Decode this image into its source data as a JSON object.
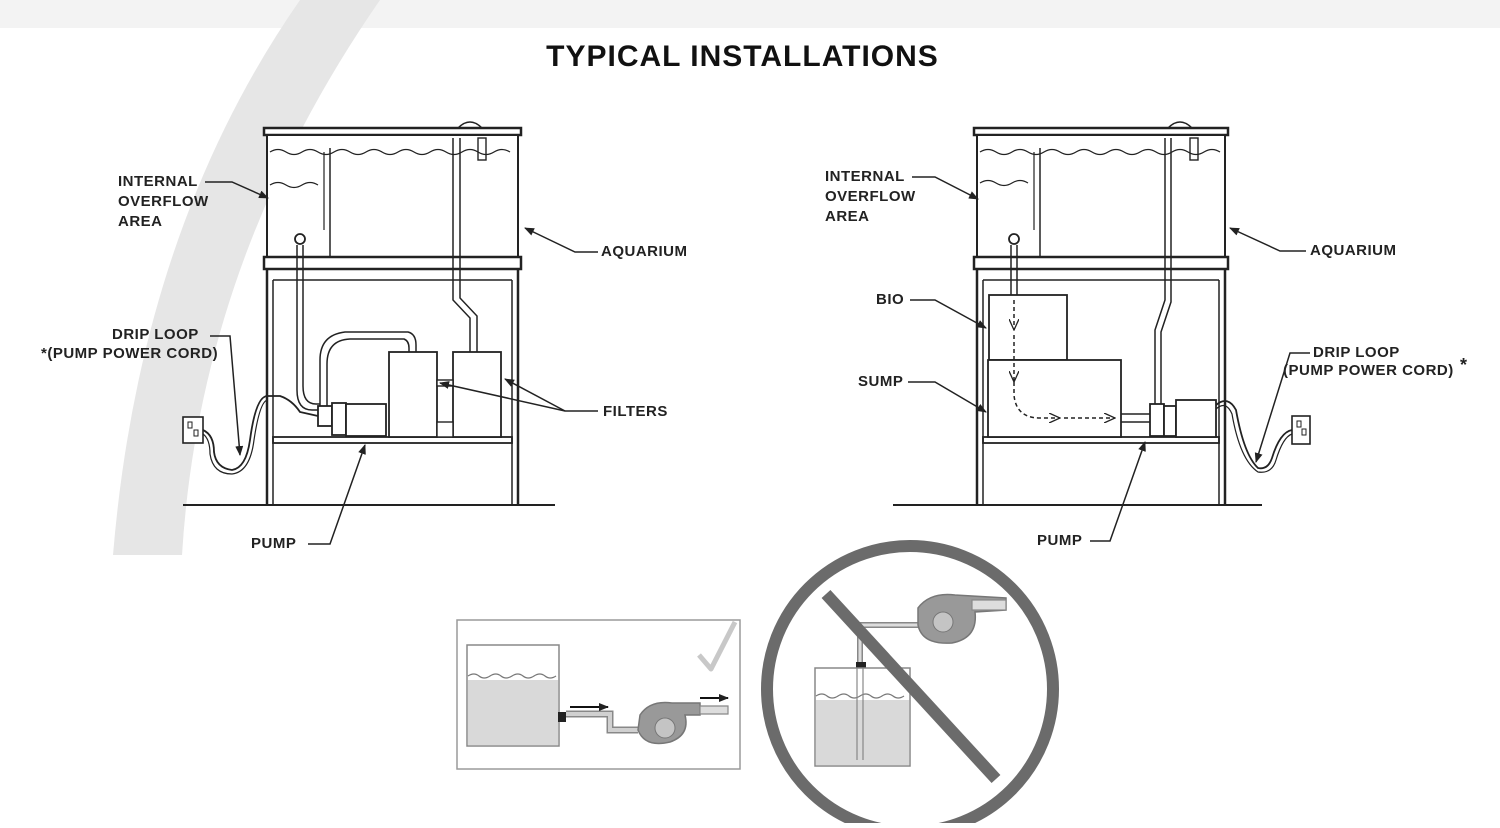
{
  "title": "TYPICAL INSTALLATIONS",
  "left_install": {
    "overflow_label_1": "INTERNAL",
    "overflow_label_2": "OVERFLOW",
    "overflow_label_3": "AREA",
    "aquarium_label": "AQUARIUM",
    "drip_label_1": "DRIP LOOP",
    "drip_label_2": "*(PUMP POWER CORD)",
    "filters_label": "FILTERS",
    "pump_label": "PUMP"
  },
  "right_install": {
    "overflow_label_1": "INTERNAL",
    "overflow_label_2": "OVERFLOW",
    "overflow_label_3": "AREA",
    "aquarium_label": "AQUARIUM",
    "bio_label": "BIO",
    "sump_label": "SUMP",
    "drip_label_1": "DRIP LOOP",
    "drip_label_2": "(PUMP POWER CORD)",
    "drip_asterisk": "*",
    "pump_label": "PUMP"
  },
  "colors": {
    "line": "#222222",
    "water_fill": "#d9d9d9",
    "pump_gray": "#9b9b9b",
    "prohibit_ring": "#6b6b6b",
    "swoosh": "#e4e4e4"
  },
  "icons": [
    "checkmark-icon",
    "prohibited-icon"
  ]
}
